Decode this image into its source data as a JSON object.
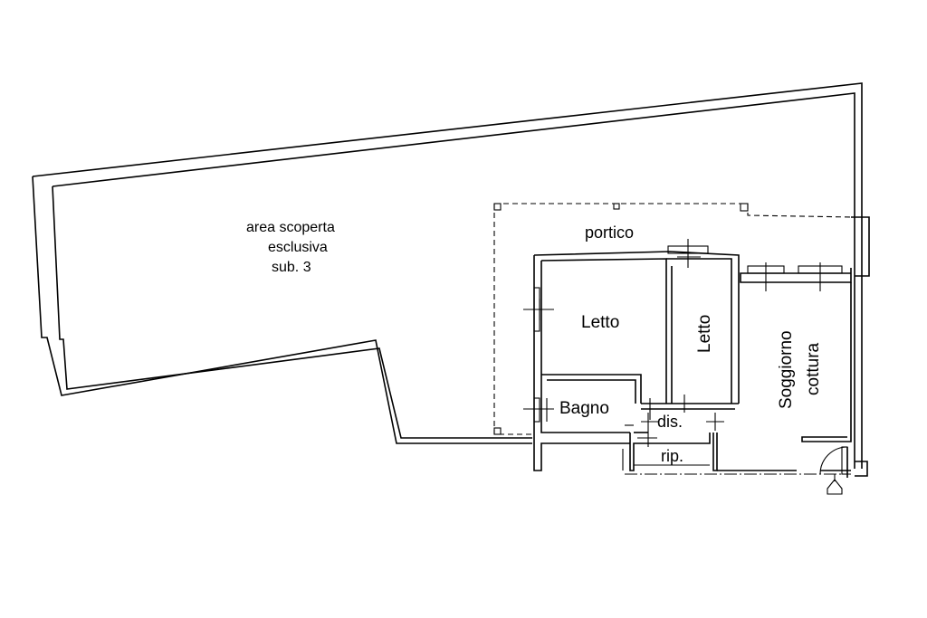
{
  "labels": {
    "area_line1": "area scoperta",
    "area_line2": "esclusiva",
    "area_line3": "sub. 3",
    "portico": "portico",
    "letto_1": "Letto",
    "letto_2": "Letto",
    "soggiorno_line1": "Soggiorno",
    "soggiorno_line2": "cottura",
    "bagno": "Bagno",
    "disimpegno": "dis.",
    "ripostiglio": "rip."
  },
  "colors": {
    "line": "#000000",
    "background": "#ffffff"
  }
}
